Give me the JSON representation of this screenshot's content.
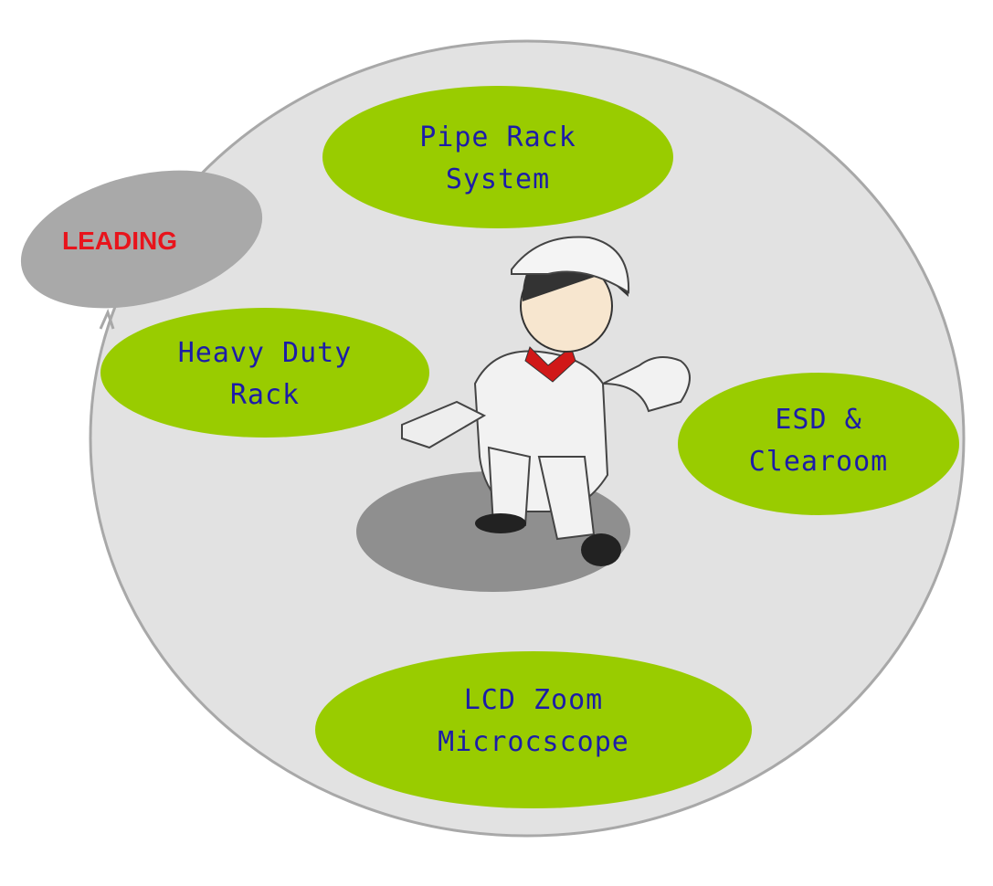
{
  "diagram": {
    "leading": "LEADING",
    "items": [
      {
        "line1": "Pipe Rack",
        "line2": "System"
      },
      {
        "line1": "Heavy Duty",
        "line2": "Rack"
      },
      {
        "line1": "ESD &",
        "line2": "Clearoom"
      },
      {
        "line1": "LCD Zoom",
        "line2": "Microcscope"
      }
    ]
  },
  "colors": {
    "green": "#99cc00",
    "circle": "#e2e2e2",
    "leading_bg": "#a9a9a9",
    "text_blue": "#1c1ca8",
    "leading_red": "#e8141c"
  }
}
